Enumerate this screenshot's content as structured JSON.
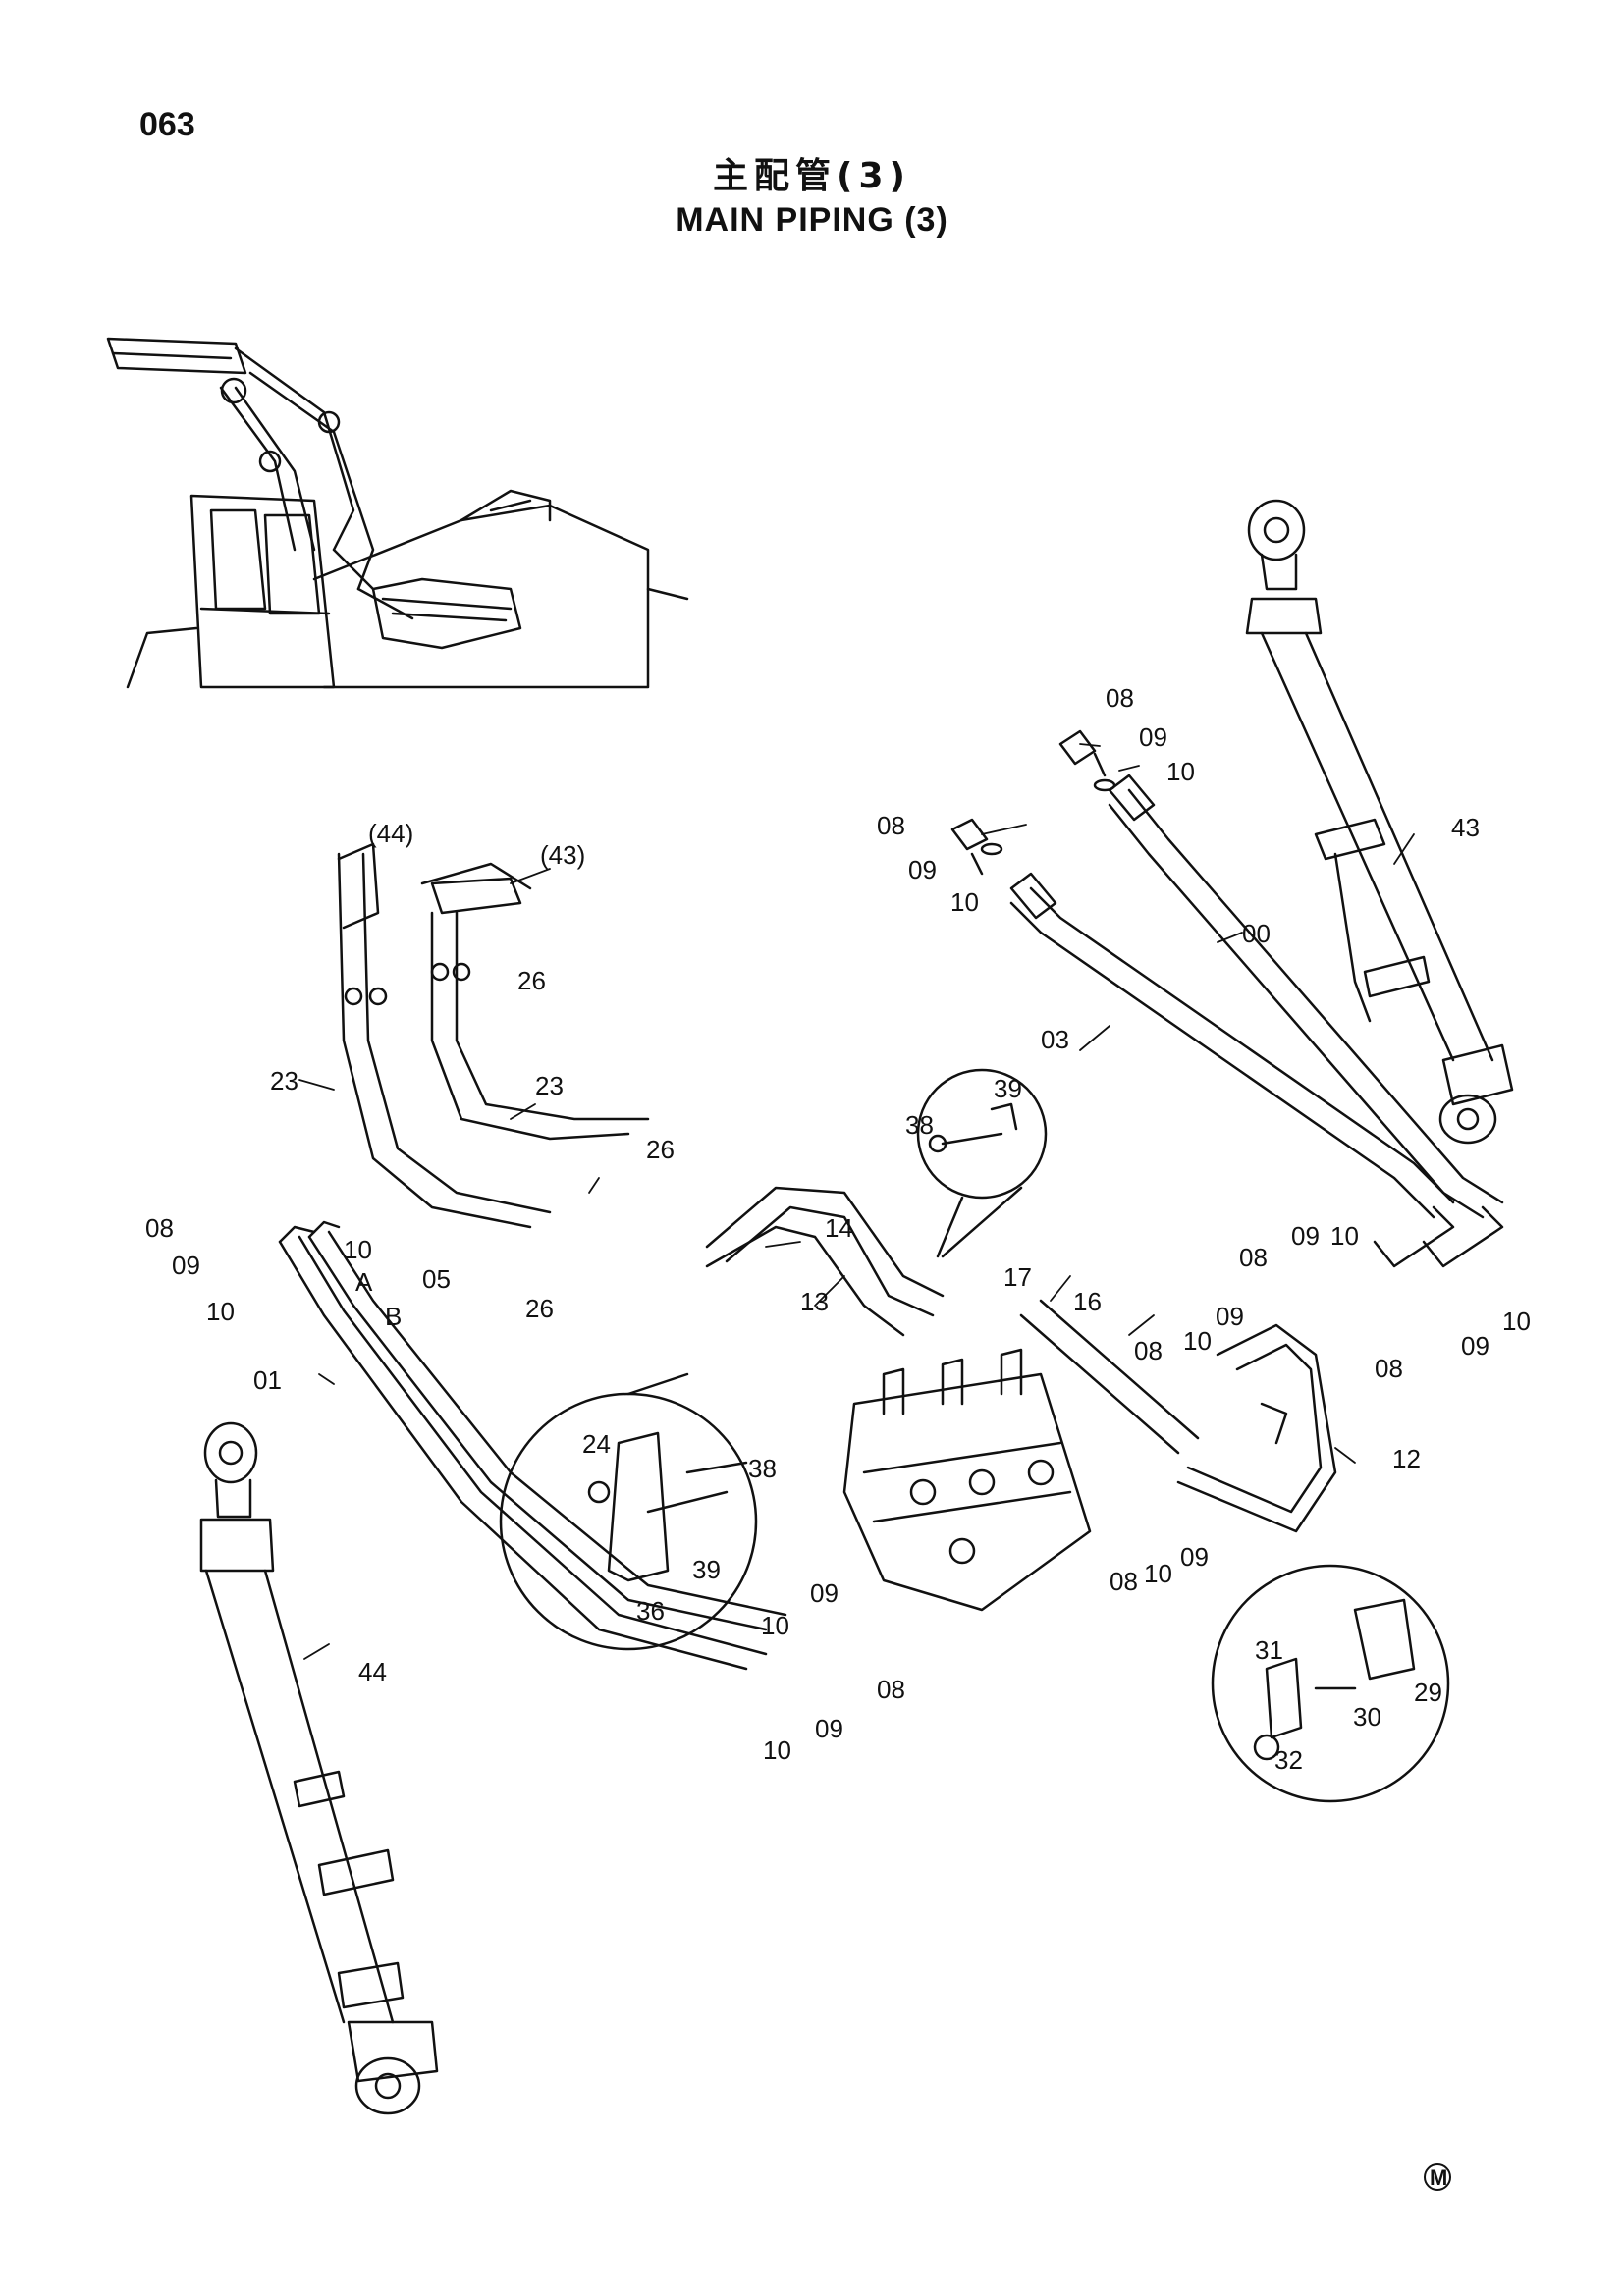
{
  "header": {
    "page_number": "063",
    "title_jp": "主配管(3)",
    "title_en": "MAIN PIPING (3)"
  },
  "footer": {
    "mark": "M"
  },
  "labels": [
    {
      "id": "l08a",
      "text": "08"
    },
    {
      "id": "l09a",
      "text": "09"
    },
    {
      "id": "l10a",
      "text": "10"
    },
    {
      "id": "l08b",
      "text": "08"
    },
    {
      "id": "l09b",
      "text": "09"
    },
    {
      "id": "l10b",
      "text": "10"
    },
    {
      "id": "l00",
      "text": "00"
    },
    {
      "id": "l43",
      "text": "43"
    },
    {
      "id": "l03",
      "text": "03"
    },
    {
      "id": "l44p",
      "text": "(44)"
    },
    {
      "id": "l43p",
      "text": "(43)"
    },
    {
      "id": "l26a",
      "text": "26"
    },
    {
      "id": "l23a",
      "text": "23"
    },
    {
      "id": "l23b",
      "text": "23"
    },
    {
      "id": "l26b",
      "text": "26"
    },
    {
      "id": "l39a",
      "text": "39"
    },
    {
      "id": "l38a",
      "text": "38"
    },
    {
      "id": "l14",
      "text": "14"
    },
    {
      "id": "l13",
      "text": "13"
    },
    {
      "id": "l17",
      "text": "17"
    },
    {
      "id": "l16",
      "text": "16"
    },
    {
      "id": "l08c",
      "text": "08"
    },
    {
      "id": "l08d",
      "text": "08"
    },
    {
      "id": "l09c",
      "text": "09"
    },
    {
      "id": "l10c",
      "text": "10"
    },
    {
      "id": "l09d",
      "text": "09"
    },
    {
      "id": "l10d",
      "text": "10"
    },
    {
      "id": "l08e",
      "text": "08"
    },
    {
      "id": "l08f",
      "text": "08"
    },
    {
      "id": "l10e",
      "text": "10"
    },
    {
      "id": "l09e",
      "text": "09"
    },
    {
      "id": "l09f",
      "text": "09"
    },
    {
      "id": "l10f",
      "text": "10"
    },
    {
      "id": "l08g",
      "text": "08"
    },
    {
      "id": "l12",
      "text": "12"
    },
    {
      "id": "l08h",
      "text": "08"
    },
    {
      "id": "l10g",
      "text": "10"
    },
    {
      "id": "l09g",
      "text": "09"
    },
    {
      "id": "lA",
      "text": "A"
    },
    {
      "id": "l05",
      "text": "05"
    },
    {
      "id": "lB",
      "text": "B"
    },
    {
      "id": "l10h",
      "text": "10"
    },
    {
      "id": "l01",
      "text": "01"
    },
    {
      "id": "l26c",
      "text": "26"
    },
    {
      "id": "l24",
      "text": "24"
    },
    {
      "id": "l38b",
      "text": "38"
    },
    {
      "id": "l39b",
      "text": "39"
    },
    {
      "id": "l36",
      "text": "36"
    },
    {
      "id": "l44",
      "text": "44"
    },
    {
      "id": "l09h",
      "text": "09"
    },
    {
      "id": "l10i",
      "text": "10"
    },
    {
      "id": "l08i",
      "text": "08"
    },
    {
      "id": "l10j",
      "text": "10"
    },
    {
      "id": "l09i",
      "text": "09"
    },
    {
      "id": "l31",
      "text": "31"
    },
    {
      "id": "l29",
      "text": "29"
    },
    {
      "id": "l30",
      "text": "30"
    },
    {
      "id": "l32",
      "text": "32"
    }
  ]
}
